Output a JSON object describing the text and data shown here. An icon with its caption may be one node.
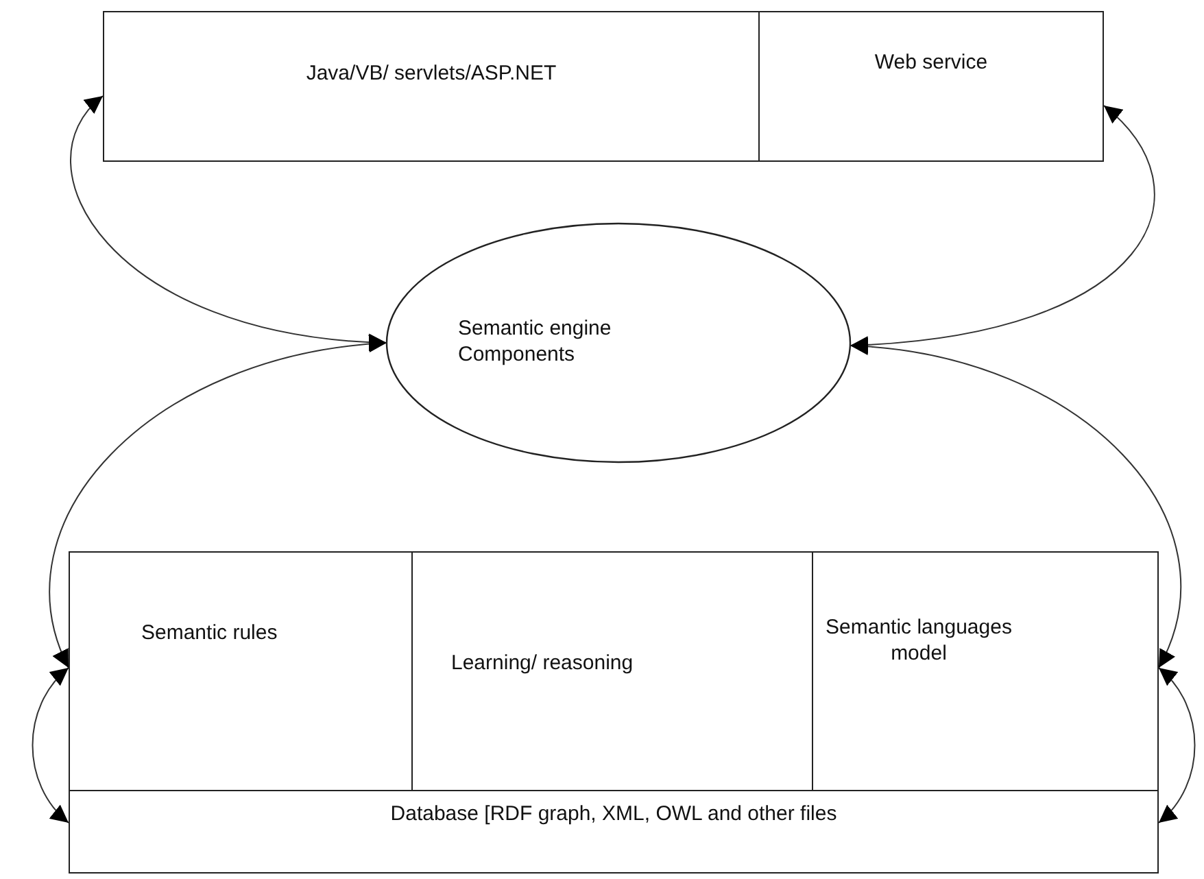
{
  "diagram": {
    "nodes": [
      {
        "text": [
          "Java/VB/ servlets/ASP.NET"
        ]
      },
      {
        "text": [
          "Web service"
        ]
      },
      {
        "text": [
          "Semantic engine Components"
        ]
      },
      {
        "text": [
          "Semantic rules"
        ]
      },
      {
        "text": [
          "Learning/ reasoning"
        ]
      },
      {
        "text": [
          "Semantic languages model"
        ]
      },
      {
        "text": [
          "Database [RDF graph, XML, OWL and other files"
        ]
      }
    ],
    "edges": [
      {
        "from": 0,
        "to": 2,
        "arrow": "both"
      },
      {
        "from": 1,
        "to": 2,
        "arrow": "both"
      },
      {
        "from": 2,
        "to": 3,
        "arrow": "both"
      },
      {
        "from": 2,
        "to": 5,
        "arrow": "both"
      },
      {
        "from": 3,
        "to": 6,
        "arrow": "both"
      },
      {
        "from": 5,
        "to": 6,
        "arrow": "both"
      }
    ]
  }
}
